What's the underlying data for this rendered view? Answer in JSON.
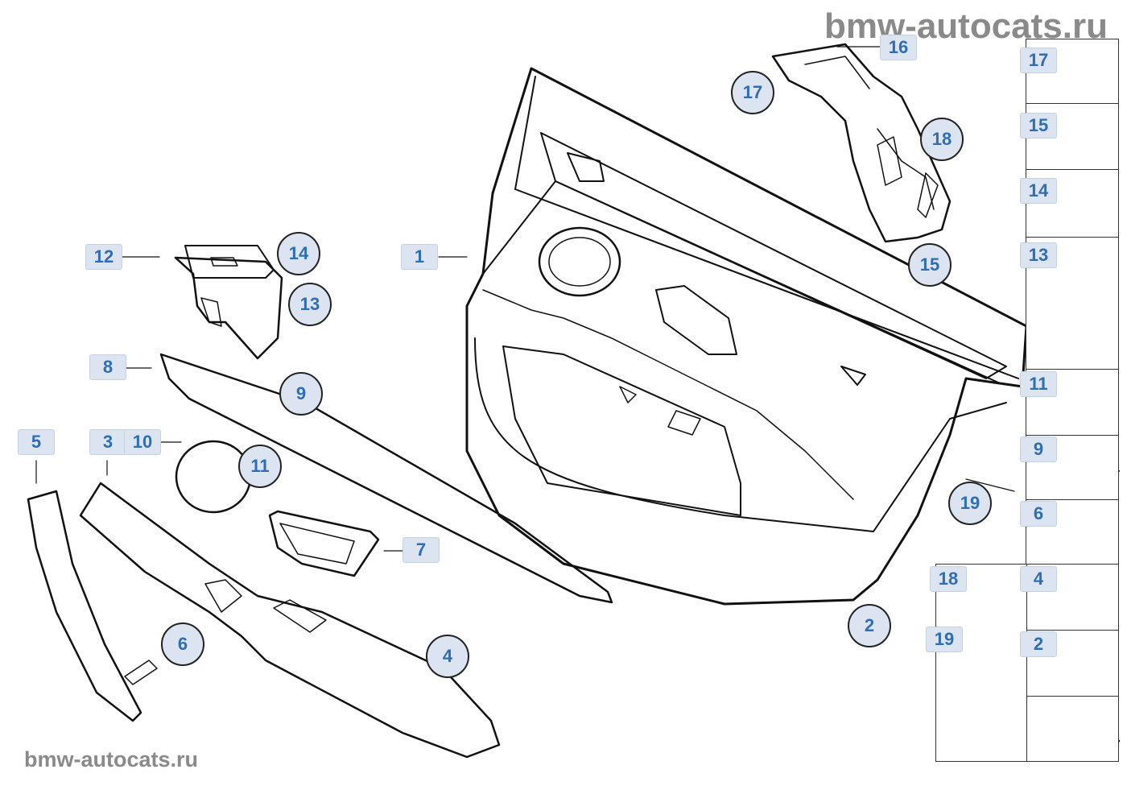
{
  "watermark_top": "bmw-autocats.ru",
  "watermark_bottom": "bmw-autocats.ru",
  "callouts": {
    "c1": "1",
    "c2": "2",
    "c3": "3",
    "c4": "4",
    "c5": "5",
    "c6": "6",
    "c7": "7",
    "c8": "8",
    "c9": "9",
    "c10": "10",
    "c11": "11",
    "c12": "12",
    "c13": "13",
    "c14": "14",
    "c15": "15",
    "c16": "16",
    "c17": "17",
    "c18": "18",
    "c19": "19"
  },
  "side_panel": {
    "p17": "17",
    "p15": "15",
    "p14": "14",
    "p13": "13",
    "p11": "11",
    "p9": "9",
    "p6": "6",
    "p4": "4",
    "p2": "2",
    "p18": "18",
    "p19": "19"
  },
  "icons": [
    "direction-arrow-icon",
    "airbag-sticker-icon"
  ],
  "colors": {
    "callout_bg": "#dbe4f0",
    "callout_text": "#2f6db5",
    "watermark": "#8a8a8a",
    "line": "#111111"
  }
}
